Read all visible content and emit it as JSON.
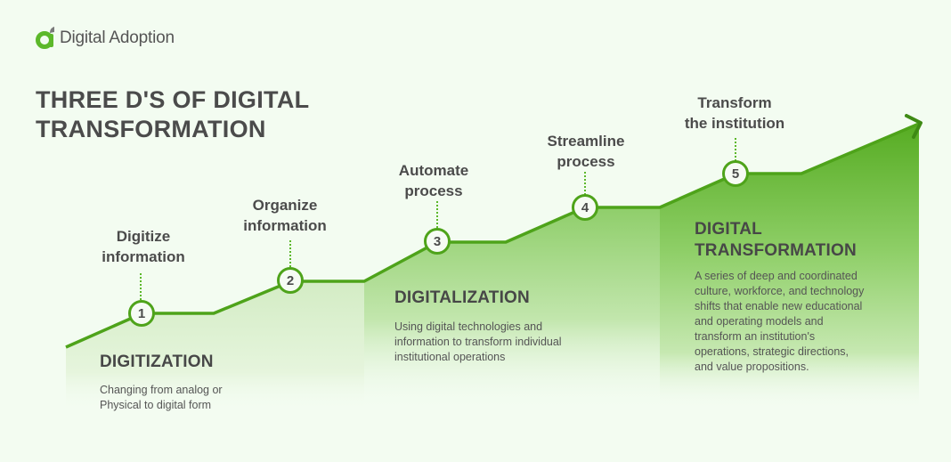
{
  "brand": {
    "name": "Digital Adoption",
    "logo_icon": "digital-adoption-logo-icon",
    "accent_color": "#5cb82a"
  },
  "title": {
    "line1": "THREE D'S OF DIGITAL",
    "line2": "TRANSFORMATION"
  },
  "milestones": [
    {
      "number": "1",
      "line1": "Digitize",
      "line2": "information"
    },
    {
      "number": "2",
      "line1": "Organize",
      "line2": "information"
    },
    {
      "number": "3",
      "line1": "Automate",
      "line2": "process"
    },
    {
      "number": "4",
      "line1": "Streamline",
      "line2": "process"
    },
    {
      "number": "5",
      "line1": "Transform",
      "line2": "the institution"
    }
  ],
  "phases": [
    {
      "title": "DIGITIZATION",
      "desc_lines": [
        "Changing from analog or",
        "Physical to digital form"
      ]
    },
    {
      "title": "DIGITALIZATION",
      "desc_lines": [
        "Using digital technologies and",
        "information to transform individual",
        "institutional operations"
      ]
    },
    {
      "title_line1": "DIGITAL",
      "title_line2": "TRANSFORMATION",
      "desc_lines": [
        "A series of deep and coordinated",
        "culture, workforce, and technology",
        "shifts that enable new educational",
        "and operating models and",
        "transform an institution's",
        "operations, strategic directions,",
        "and value propositions."
      ]
    }
  ],
  "colors": {
    "background": "#f3fcf1",
    "line": "#4ea31a",
    "panel1": "#d8efcc",
    "panel2": "#a8d98a",
    "panel3": "#62b22c",
    "text_dark": "#4b4b4b"
  }
}
